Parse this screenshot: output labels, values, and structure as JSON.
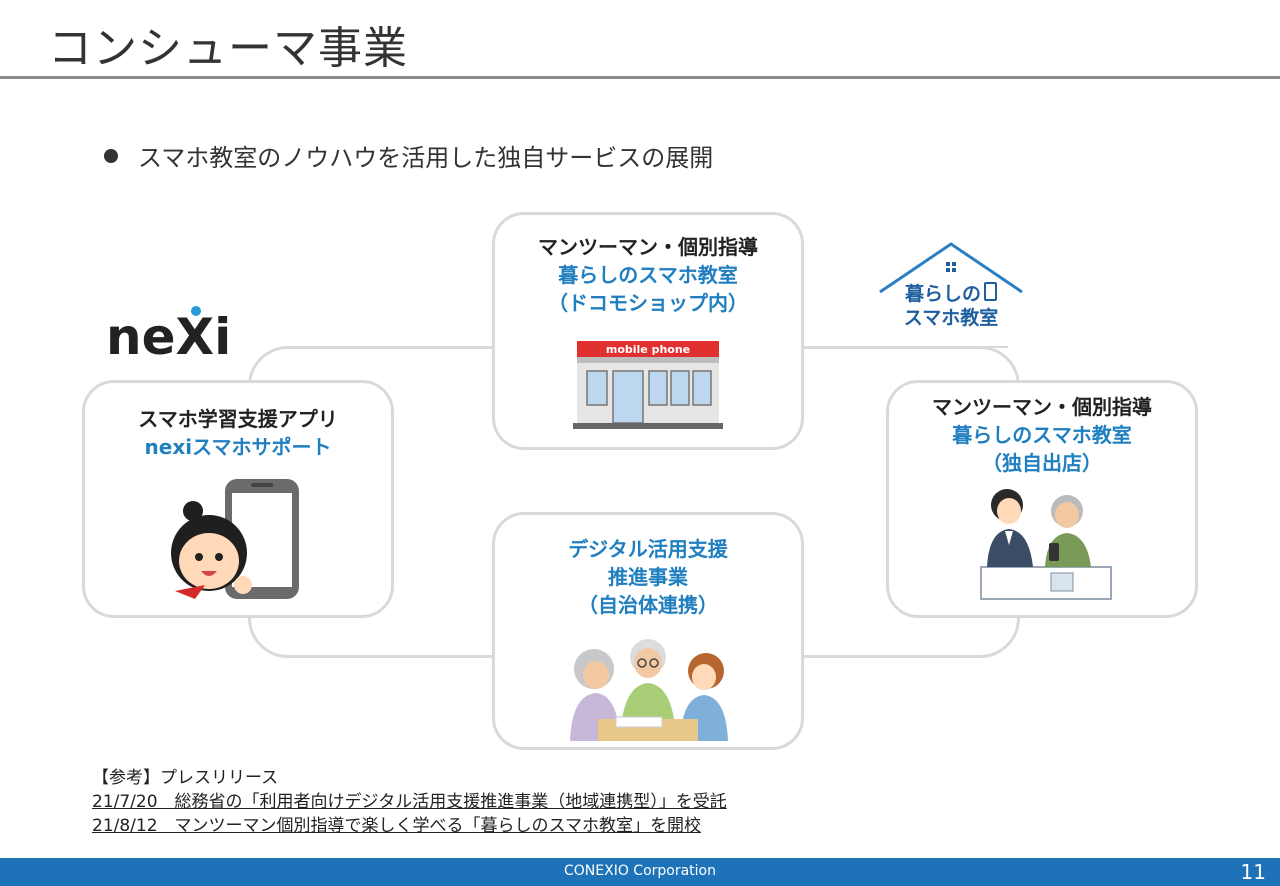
{
  "header": {
    "title": "コンシューマ事業"
  },
  "bullet": {
    "text": "スマホ教室のノウハウを活用した独自サービスの展開"
  },
  "logo": {
    "nexi": "nexi"
  },
  "cards": {
    "left": {
      "lines": [
        "スマホ学習支援アプリ",
        "nexiスマホサポート"
      ]
    },
    "top": {
      "lines": [
        "マンツーマン・個別指導",
        "暮らしのスマホ教室",
        "（ドコモショップ内）"
      ],
      "shop_sign": "mobile phone"
    },
    "right": {
      "lines": [
        "マンツーマン・個別指導",
        "暮らしのスマホ教室",
        "（独自出店）"
      ]
    },
    "bottom": {
      "lines": [
        "デジタル活用支援",
        "推進事業",
        "（自治体連携）"
      ]
    }
  },
  "house_logo": {
    "line1": "暮らしの",
    "line2": "スマホ教室"
  },
  "references": {
    "heading": "【参考】プレスリリース",
    "items": [
      "21/7/20　総務省の「利用者向けデジタル活用支援推進事業（地域連携型）」を受託",
      "21/8/12　マンツーマン個別指導で楽しく学べる「暮らしのスマホ教室」を開校"
    ]
  },
  "footer": {
    "company": "CONEXIO Corporation",
    "page": "11"
  },
  "colors": {
    "accent_blue": "#1f7fc0",
    "footer_blue": "#1e73b8",
    "border_gray": "#d9d9d9"
  }
}
